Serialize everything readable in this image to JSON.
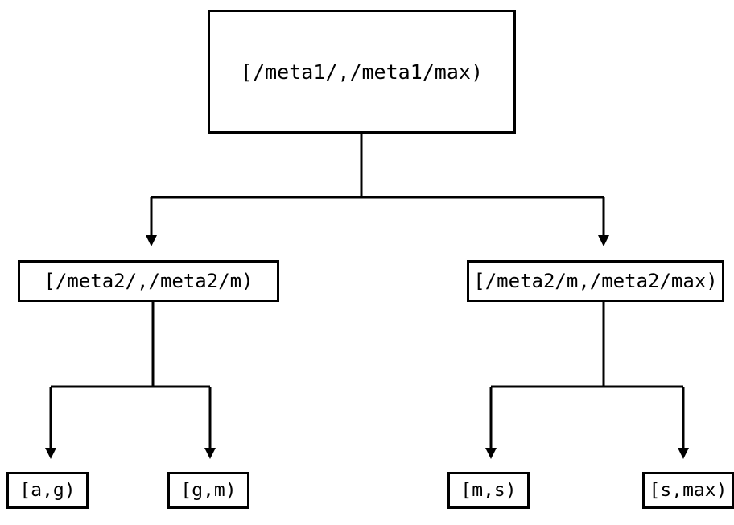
{
  "diagram": {
    "type": "tree",
    "title": "",
    "background_color": "#ffffff",
    "line_color": "#000000",
    "text_color": "#000000",
    "border_width": 3,
    "arrowhead": "filled-triangle-down",
    "nodes": {
      "root": {
        "label": "[/meta1/,/meta1/max)",
        "level": 0
      },
      "mid_left": {
        "label": "[/meta2/,/meta2/m)",
        "level": 1
      },
      "mid_right": {
        "label": "[/meta2/m,/meta2/max)",
        "level": 1
      },
      "leaf_1": {
        "label": "[a,g)",
        "level": 2
      },
      "leaf_2": {
        "label": "[g,m)",
        "level": 2
      },
      "leaf_3": {
        "label": "[m,s)",
        "level": 2
      },
      "leaf_4": {
        "label": "[s,max)",
        "level": 2
      }
    },
    "edges": [
      {
        "from": "root",
        "to": "mid_left"
      },
      {
        "from": "root",
        "to": "mid_right"
      },
      {
        "from": "mid_left",
        "to": "leaf_1"
      },
      {
        "from": "mid_left",
        "to": "leaf_2"
      },
      {
        "from": "mid_right",
        "to": "leaf_3"
      },
      {
        "from": "mid_right",
        "to": "leaf_4"
      }
    ]
  }
}
